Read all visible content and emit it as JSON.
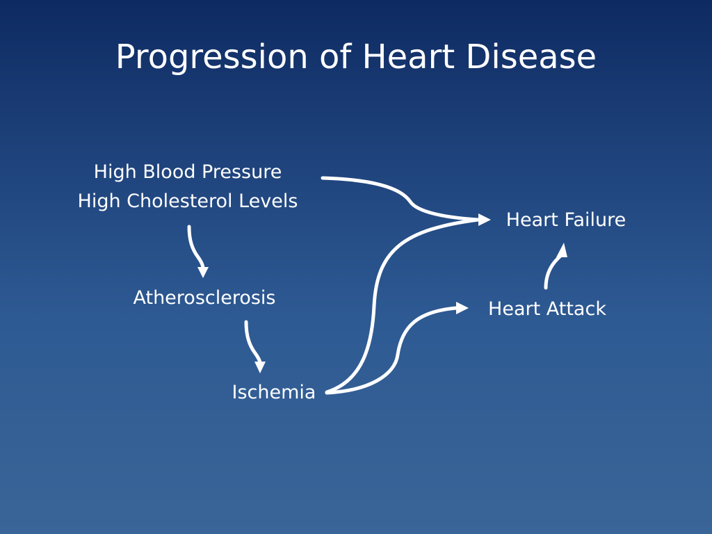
{
  "title": "Progression of Heart Disease",
  "nodes": {
    "risk_factors": [
      "High Blood Pressure",
      "High Cholesterol Levels"
    ],
    "atherosclerosis": "Atherosclerosis",
    "ischemia": "Ischemia",
    "heart_failure": "Heart Failure",
    "heart_attack": "Heart Attack"
  },
  "edges": [
    {
      "from": "risk_factors",
      "to": "atherosclerosis"
    },
    {
      "from": "atherosclerosis",
      "to": "ischemia"
    },
    {
      "from": "risk_factors",
      "to": "heart_failure"
    },
    {
      "from": "ischemia",
      "to": "heart_failure"
    },
    {
      "from": "ischemia",
      "to": "heart_attack"
    },
    {
      "from": "heart_attack",
      "to": "heart_failure"
    }
  ],
  "colors": {
    "background_top": "#0e2a62",
    "background_bottom": "#3a6598",
    "text": "#ffffff",
    "arrow": "#ffffff"
  }
}
